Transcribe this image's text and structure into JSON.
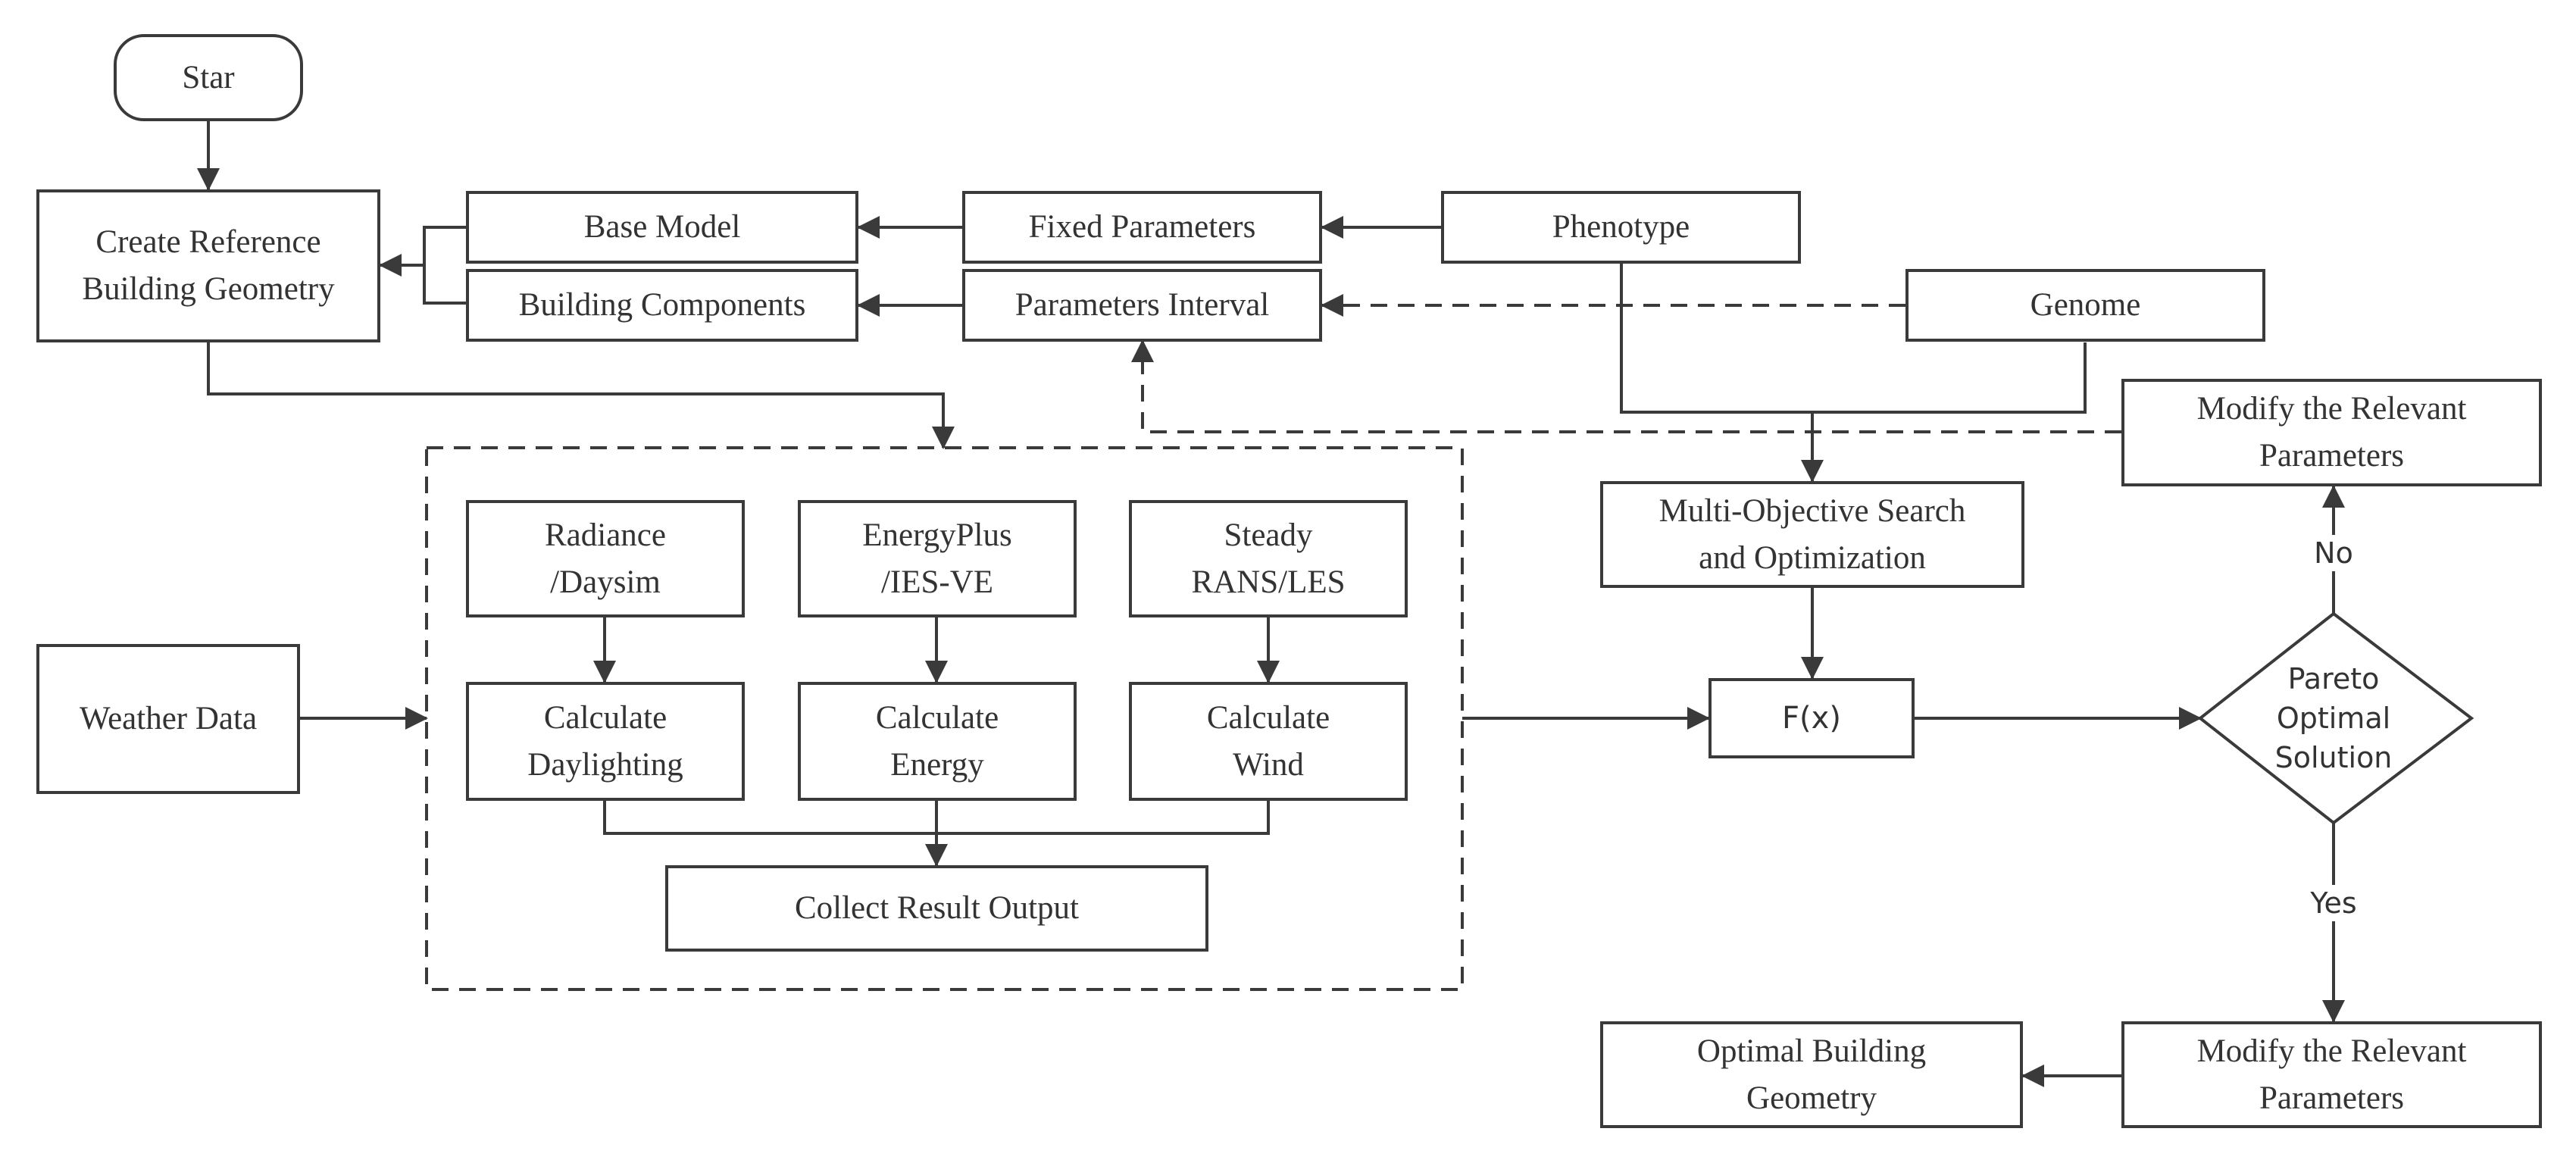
{
  "nodes": {
    "start": "Star",
    "create_ref_1": "Create Reference",
    "create_ref_2": "Building Geometry",
    "base_model": "Base Model",
    "building_components": "Building Components",
    "fixed_parameters": "Fixed Parameters",
    "parameters_interval": "Parameters Interval",
    "phenotype": "Phenotype",
    "genome": "Genome",
    "modify_top_1": "Modify the Relevant",
    "modify_top_2": "Parameters",
    "mo_search_1": "Multi-Objective Search",
    "mo_search_2": "and Optimization",
    "radiance_1": "Radiance",
    "radiance_2": "/Daysim",
    "energyplus_1": "EnergyPlus",
    "energyplus_2": "/IES-VE",
    "steady_1": "Steady",
    "steady_2": "RANS/LES",
    "calc_daylight_1": "Calculate",
    "calc_daylight_2": "Daylighting",
    "calc_energy_1": "Calculate",
    "calc_energy_2": "Energy",
    "calc_wind_1": "Calculate",
    "calc_wind_2": "Wind",
    "collect_result": "Collect Result Output",
    "weather_data": "Weather Data",
    "fx": "F(x)",
    "pareto_1": "Pareto",
    "pareto_2": "Optimal",
    "pareto_3": "Solution",
    "modify_bottom_1": "Modify the Relevant",
    "modify_bottom_2": "Parameters",
    "optimal_1": "Optimal Building",
    "optimal_2": "Geometry"
  },
  "edge_labels": {
    "no": "No",
    "yes": "Yes"
  },
  "colors": {
    "stroke": "#3a3a3a",
    "text": "#333333",
    "background": "#ffffff"
  }
}
